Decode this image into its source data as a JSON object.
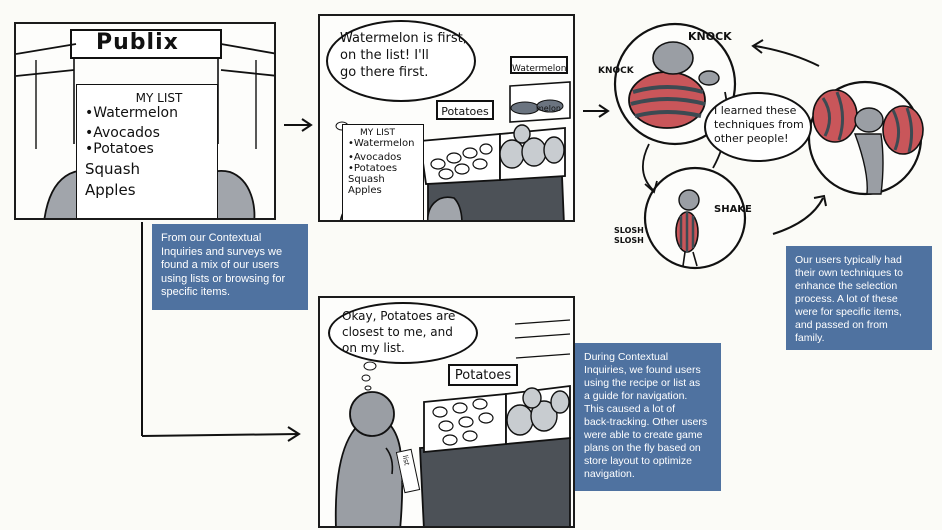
{
  "panel1": {
    "store_sign": "Publix",
    "list_title": "MY LIST",
    "list_items": [
      "•Watermelon",
      "•Avocados",
      "•Potatoes",
      "Squash",
      "Apples"
    ]
  },
  "panel2": {
    "speech_lines": [
      "Watermelon is first,",
      "on the list! I'll",
      "go there first."
    ],
    "list_title": "MY LIST",
    "list_items": [
      "•Watermelon",
      "•Avocados",
      "•Potatoes",
      "Squash",
      "Apples"
    ],
    "sign_watermelon": "Watermelon",
    "sign_potatoes": "Potatoes",
    "sign_melon": "melon"
  },
  "panel3": {
    "speech_lines": [
      "Okay, Potatoes are",
      "closest to me, and",
      "on my list."
    ],
    "sign_potatoes": "Potatoes",
    "note_text": "list"
  },
  "panel4": {
    "knock_top": "KNOCK",
    "knock_left": "KNOCK",
    "speech_lines": [
      "I learned these",
      "techniques from",
      "other people!"
    ],
    "slosh": "SLOSH SLOSH",
    "shake": "SHAKE"
  },
  "captions": {
    "caption1": [
      "From our Contextual",
      "Inquiries and surveys we",
      "found a mix of our users",
      "using lists or browsing for",
      "specific items."
    ],
    "caption2": [
      "During Contextual",
      "Inquiries, we found users",
      "using the recipe or list as",
      "a guide for navigation.",
      "This caused a lot of",
      "back-tracking. Other users",
      "were able to create game",
      "plans on the fly based on",
      "store layout to optimize",
      "navigation."
    ],
    "caption3": [
      "Our users typically had",
      "their own techniques to",
      "enhance the selection",
      "process. A lot of these",
      "were for specific items,",
      "and passed on from",
      "family."
    ]
  },
  "colors": {
    "caption_bg": "#4f72a0",
    "ink": "#111111",
    "skin_gray": "#9a9ea4",
    "melon_red": "#c9565a",
    "melon_dark": "#3d4a52"
  }
}
